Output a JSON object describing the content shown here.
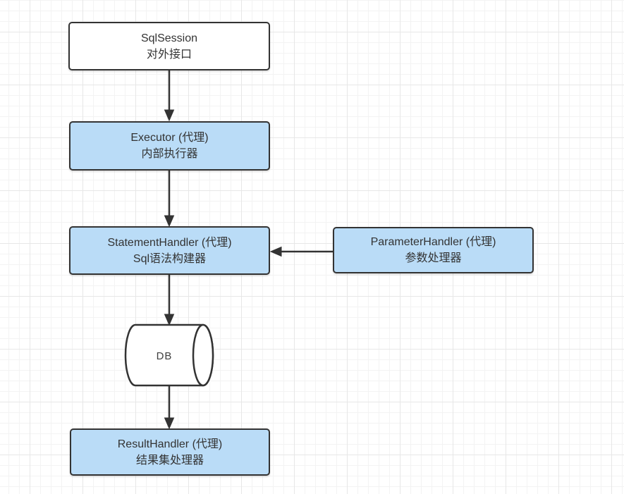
{
  "diagram": {
    "nodes": {
      "sqlsession": {
        "title": "SqlSession",
        "subtitle": "对外接口",
        "fill": "#ffffff"
      },
      "executor": {
        "title": "Executor (代理)",
        "subtitle": "内部执行器",
        "fill": "#badcf7"
      },
      "statement_handler": {
        "title": "StatementHandler (代理)",
        "subtitle": "Sql语法构建器",
        "fill": "#badcf7"
      },
      "parameter_handler": {
        "title": "ParameterHandler (代理)",
        "subtitle": "参数处理器",
        "fill": "#badcf7"
      },
      "db": {
        "label": "DB",
        "shape": "horizontal-cylinder",
        "fill": "#ffffff"
      },
      "result_handler": {
        "title": "ResultHandler (代理)",
        "subtitle": "结果集处理器",
        "fill": "#badcf7"
      }
    },
    "edges": [
      {
        "from": "SqlSession",
        "to": "Executor",
        "type": "arrow-down"
      },
      {
        "from": "Executor",
        "to": "StatementHandler",
        "type": "arrow-down"
      },
      {
        "from": "StatementHandler",
        "to": "DB",
        "type": "arrow-down"
      },
      {
        "from": "ParameterHandler",
        "to": "StatementHandler",
        "type": "arrow-left"
      },
      {
        "from": "DB",
        "to": "ResultHandler",
        "type": "arrow-down"
      }
    ],
    "colors": {
      "node_fill_blue": "#badcf7",
      "node_fill_white": "#ffffff",
      "stroke": "#333333",
      "text": "#333333",
      "grid_minor": "#f3f3f3",
      "grid_major": "#e7e7e7"
    }
  }
}
